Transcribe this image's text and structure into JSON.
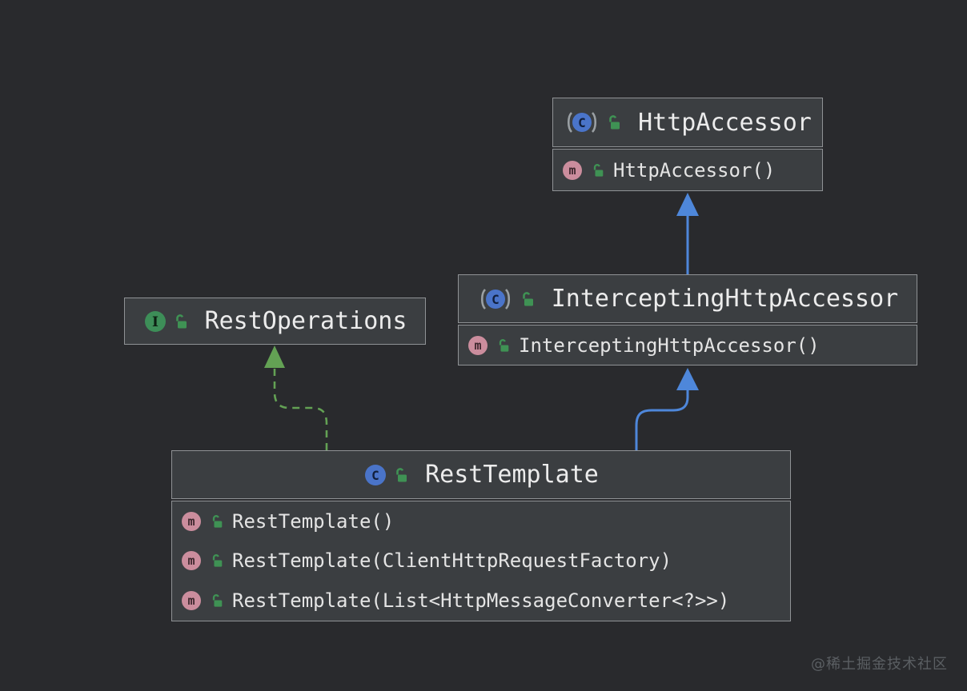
{
  "diagram": {
    "classes": [
      {
        "name": "HttpAccessor",
        "kind": "abstract class",
        "members": [
          "HttpAccessor()"
        ]
      },
      {
        "name": "InterceptingHttpAccessor",
        "kind": "abstract class",
        "members": [
          "InterceptingHttpAccessor()"
        ]
      },
      {
        "name": "RestOperations",
        "kind": "interface",
        "members": []
      },
      {
        "name": "RestTemplate",
        "kind": "class",
        "members": [
          "RestTemplate()",
          "RestTemplate(ClientHttpRequestFactory)",
          "RestTemplate(List<HttpMessageConverter<?>>)"
        ]
      }
    ],
    "relationships": [
      {
        "from": "InterceptingHttpAccessor",
        "to": "HttpAccessor",
        "type": "extends",
        "line": "solid-blue"
      },
      {
        "from": "RestTemplate",
        "to": "InterceptingHttpAccessor",
        "type": "extends",
        "line": "solid-blue"
      },
      {
        "from": "RestTemplate",
        "to": "RestOperations",
        "type": "implements",
        "line": "dashed-green"
      }
    ]
  },
  "icon_letters": {
    "class": "C",
    "interface": "I",
    "method": "m"
  },
  "colors": {
    "background": "#292a2d",
    "box_fill": "#3b3e41",
    "box_border": "#8f9295",
    "title_text": "#ececec",
    "member_text": "#e4e4e4",
    "extends_arrow": "#4e87da",
    "implements_arrow": "#63a154",
    "class_icon": "#4a74c9",
    "interface_icon": "#3d8e58",
    "method_icon": "#cb8d9d",
    "lock_icon": "#3f9254",
    "paren_gray": "#9aa0a4"
  },
  "watermark": "@稀土掘金技术社区"
}
